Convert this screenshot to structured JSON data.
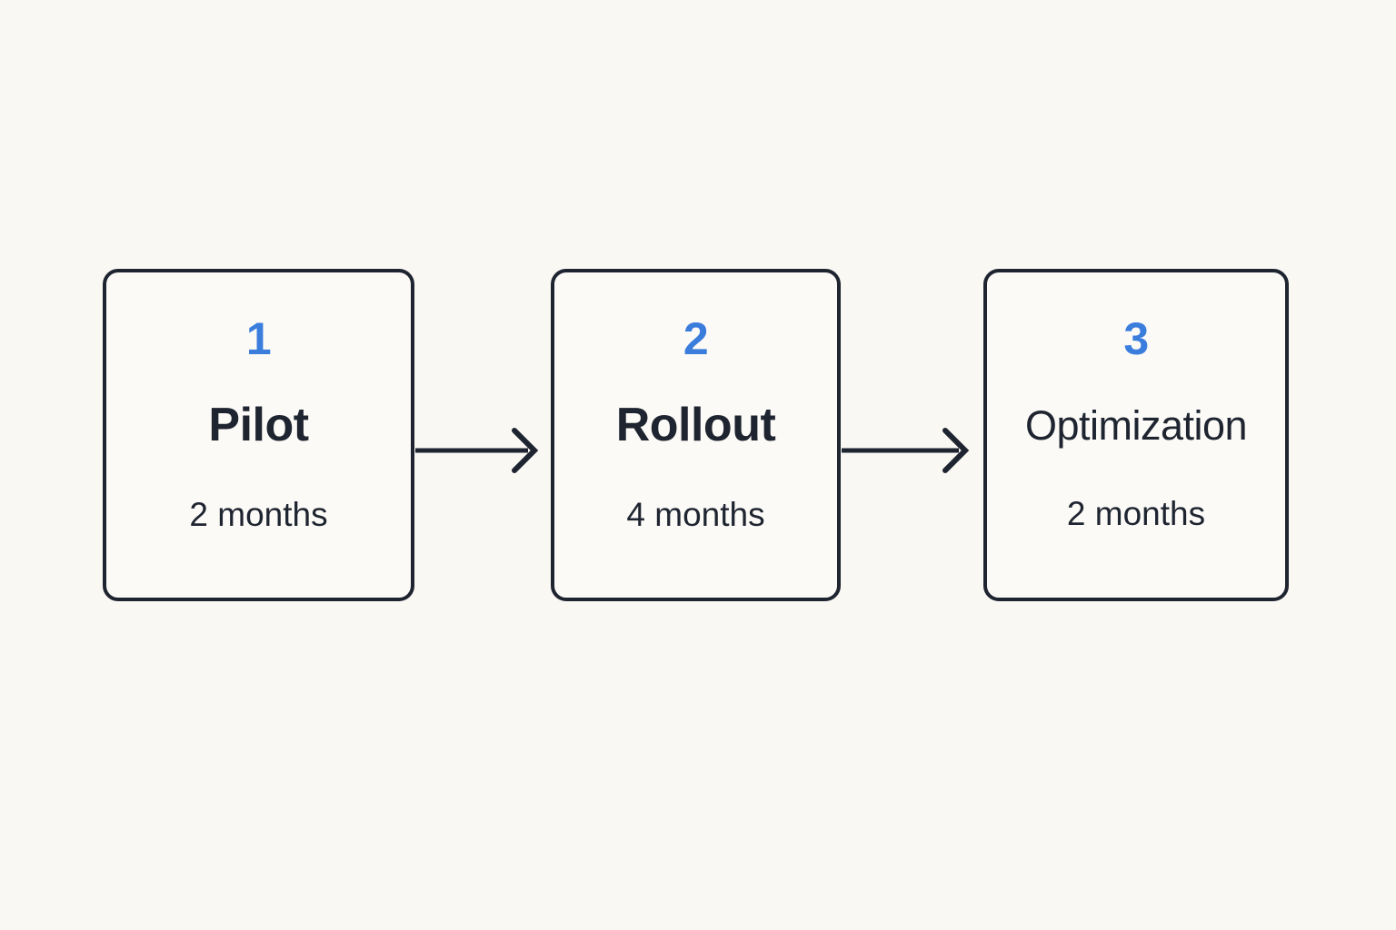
{
  "diagram": {
    "type": "process-flow",
    "orientation": "horizontal",
    "background_color": "#faf8f3",
    "card_fill_color": "#fcfaf6",
    "border_color": "#1e2430",
    "accent_color": "#3b7ddd",
    "text_color": "#1e2430",
    "phases": [
      {
        "number": "1",
        "title": "Pilot",
        "duration": "2 months"
      },
      {
        "number": "2",
        "title": "Rollout",
        "duration": "4 months"
      },
      {
        "number": "3",
        "title": "Optimization",
        "duration": "2 months"
      }
    ],
    "connectors": [
      {
        "from": "1",
        "to": "2",
        "icon": "arrow-right-icon"
      },
      {
        "from": "2",
        "to": "3",
        "icon": "arrow-right-icon"
      }
    ]
  }
}
